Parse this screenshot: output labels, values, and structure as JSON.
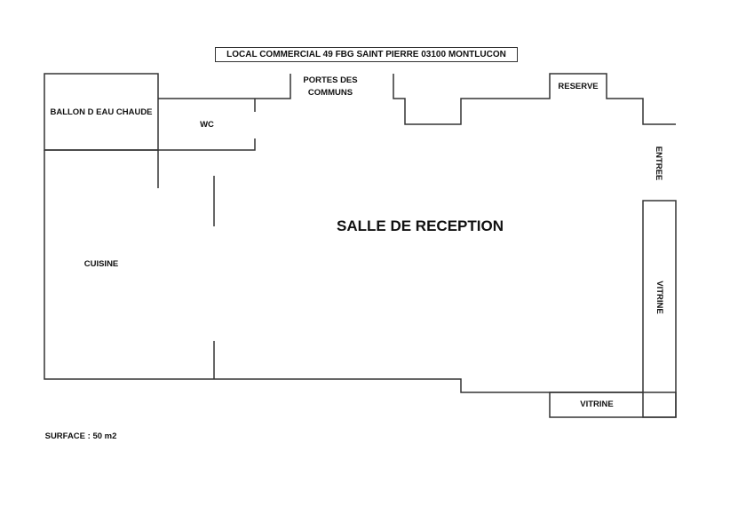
{
  "title": "LOCAL COMMERCIAL 49 FBG SAINT PIERRE 03100 MONTLUCON",
  "rooms": {
    "ballon": "BALLON D EAU CHAUDE",
    "wc": "WC",
    "portes_1": "PORTES DES",
    "portes_2": "COMMUNS",
    "reserve": "RESERVE",
    "entree": "ENTREE",
    "salle": "SALLE DE RECEPTION",
    "cuisine": "CUISINE",
    "vitrine_side": "VITRINE",
    "vitrine_bottom": "VITRINE"
  },
  "surface": "SURFACE : 50 m2"
}
